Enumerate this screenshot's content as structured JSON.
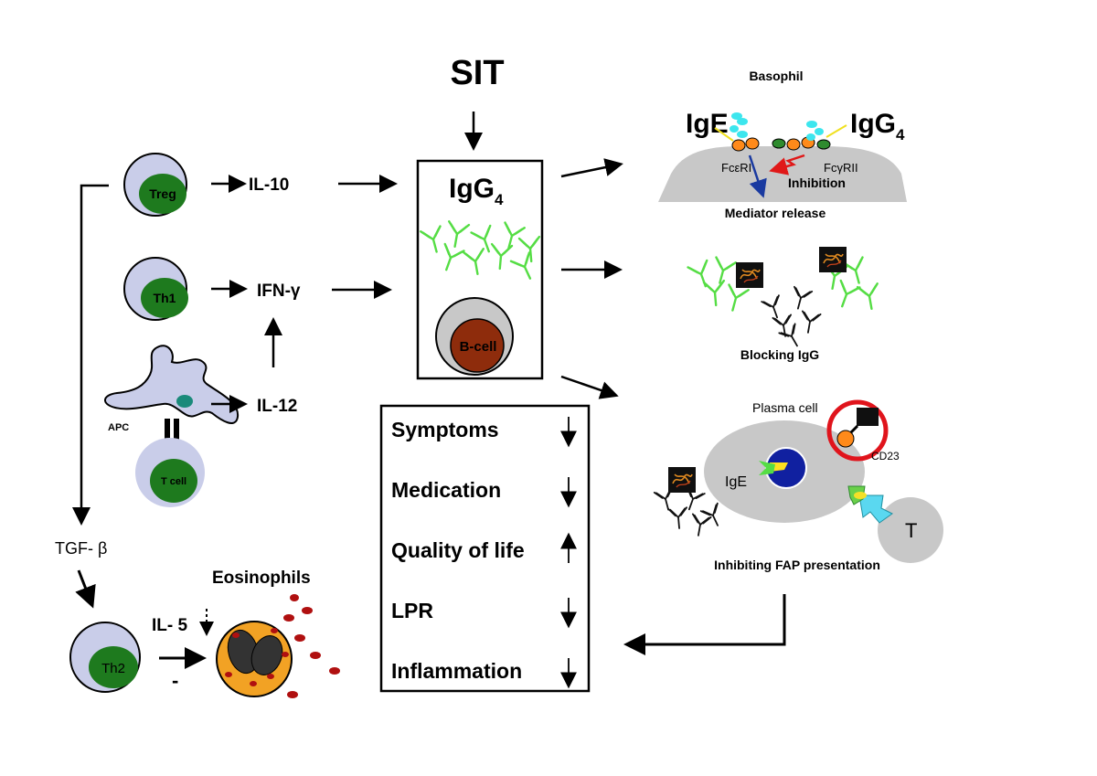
{
  "sit": {
    "label": "SIT",
    "igg4_box": {
      "main": "IgG",
      "sub": "4",
      "bcell": "B-cell"
    }
  },
  "left": {
    "treg": "Treg",
    "th1": "Th1",
    "th2": "Th2",
    "tcell": "T cell",
    "apc": "APC",
    "il10": "IL-10",
    "ifng": "IFN-γ",
    "il12": "IL-12",
    "tgfb": "TGF- β",
    "il5": "IL- 5",
    "minus": "-",
    "eosinophils": "Eosinophils"
  },
  "basophil": {
    "title": "Basophil",
    "ige": "IgE",
    "igg4_main": "IgG",
    "igg4_sub": "4",
    "fceri": "FcεRI",
    "fcgrii": "FcγRII",
    "inhibition": "Inhibition",
    "mediator": "Mediator release"
  },
  "blocking": {
    "label": "Blocking IgG"
  },
  "fap": {
    "plasma": "Plasma cell",
    "cd23": "CD23",
    "ige": "IgE",
    "t": "T",
    "caption": "Inhibiting FAP presentation"
  },
  "outcomes": {
    "items": [
      {
        "label": "Symptoms",
        "dir": "down"
      },
      {
        "label": "Medication",
        "dir": "down"
      },
      {
        "label": "Quality of life",
        "dir": "up"
      },
      {
        "label": "LPR",
        "dir": "down"
      },
      {
        "label": "Inflammation",
        "dir": "down"
      }
    ]
  },
  "colors": {
    "cell_fill": "#c9cde9",
    "nucleus": "#1e7a1e",
    "bcell": "#8e2c0c",
    "antibody": "#55dd44",
    "eosinophil": "#f2a224",
    "granule": "#b01010",
    "basophil_surface": "#c8c8c8",
    "highlight_ring": "#e0141c"
  }
}
